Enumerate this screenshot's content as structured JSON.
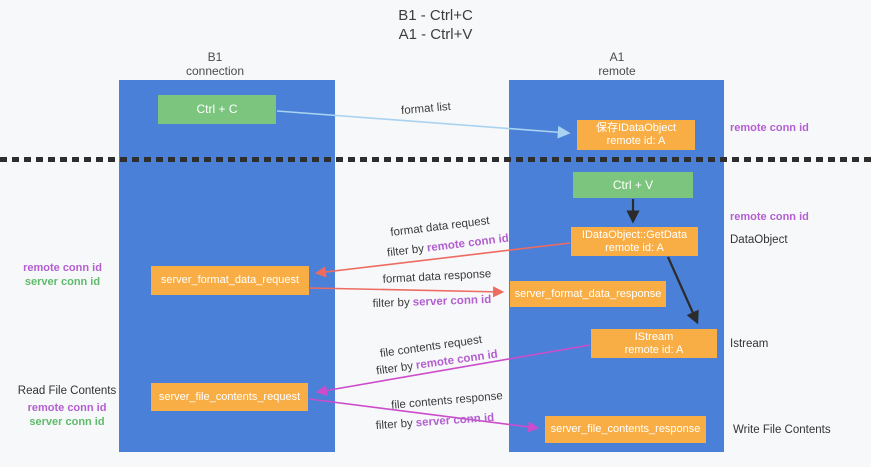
{
  "title": {
    "line1": "B1 - Ctrl+C",
    "line2": "A1 - Ctrl+V"
  },
  "columns": {
    "left": {
      "name": "B1",
      "role": "connection"
    },
    "right": {
      "name": "A1",
      "role": "remote"
    }
  },
  "boxes": {
    "ctrl_c": {
      "label": "Ctrl + C"
    },
    "ctrl_v": {
      "label": "Ctrl + V"
    },
    "save_dataobject": {
      "line1": "保存IDataObject",
      "line2": "remote id: A"
    },
    "getdata": {
      "line1": "IDataObject::GetData",
      "line2": "remote id: A"
    },
    "istream": {
      "line1": "IStream",
      "line2": "remote id: A"
    },
    "format_request": {
      "label": "server_format_data_request"
    },
    "format_response": {
      "label": "server_format_data_response"
    },
    "file_request": {
      "label": "server_file_contents_request"
    },
    "file_response": {
      "label": "server_file_contents_response"
    }
  },
  "arrow_labels": {
    "format_list": "format list",
    "format_data_request": "format data request",
    "format_data_response": "format data response",
    "file_contents_request": "file contents request",
    "file_contents_response": "file contents response",
    "filter_by": "filter by",
    "remote_conn_id": "remote conn id",
    "server_conn_id": "server conn id"
  },
  "side_labels": {
    "remote_conn_id_top": "remote conn id",
    "remote_conn_id_mid": "remote conn id",
    "dataobject": "DataObject",
    "istream": "Istream",
    "write_file_contents": "Write File Contents",
    "read_file_contents": "Read File Contents",
    "left_remote_conn_id": "remote conn id",
    "left_server_conn_id": "server conn id"
  },
  "colors": {
    "lifeline_blue": "#4A80D8",
    "box_orange": "#F9AE45",
    "box_green": "#7CC57E",
    "purple_text": "#B35FD1",
    "green_text": "#5FBB6C",
    "red_arrow": "#EE6B61",
    "magenta_arrow": "#CC4CCC",
    "lightblue_arrow": "#A9D3F0",
    "black_arrow": "#2B2B2B"
  }
}
